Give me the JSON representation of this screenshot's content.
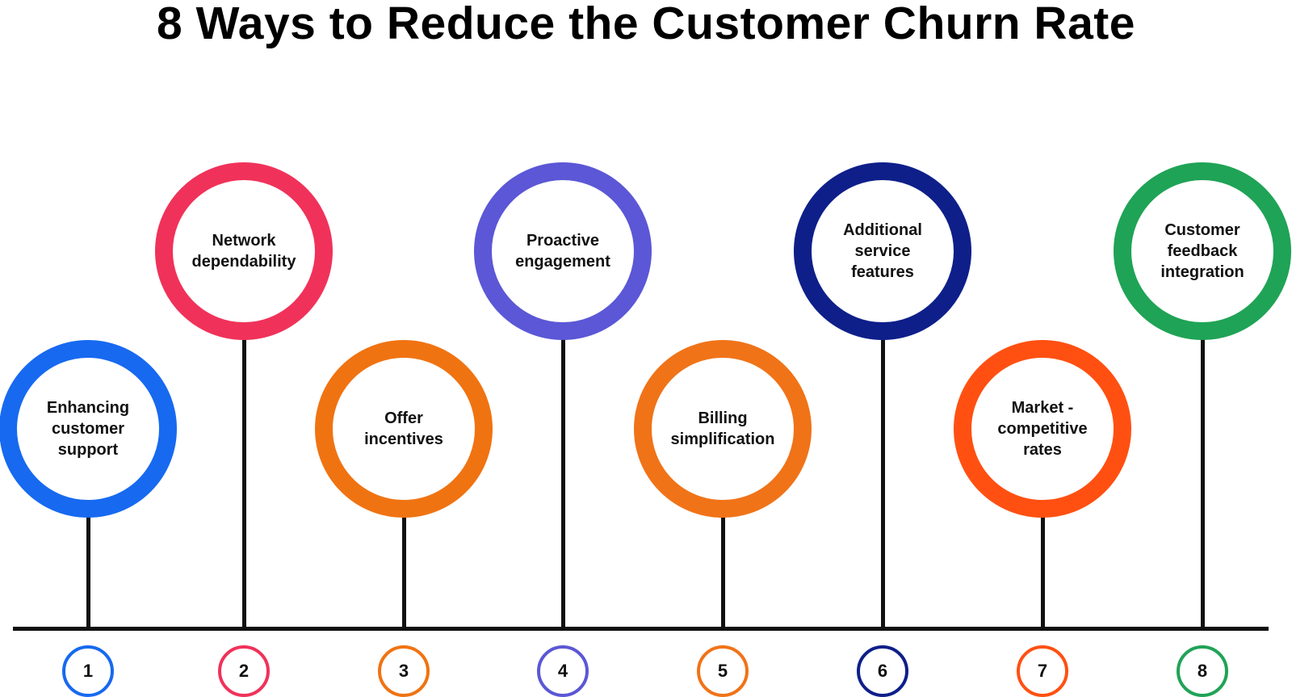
{
  "title": "8 Ways to Reduce the Customer Churn Rate",
  "steps": [
    {
      "number": "1",
      "label": "Enhancing customer support",
      "color": "#1769f0",
      "position": "low"
    },
    {
      "number": "2",
      "label": "Network dependability",
      "color": "#f0325a",
      "position": "high"
    },
    {
      "number": "3",
      "label": "Offer incentives",
      "color": "#f07312",
      "position": "low"
    },
    {
      "number": "4",
      "label": "Proactive engagement",
      "color": "#5b57d6",
      "position": "high"
    },
    {
      "number": "5",
      "label": "Billing simplification",
      "color": "#f07318",
      "position": "low"
    },
    {
      "number": "6",
      "label": "Additional service features",
      "color": "#0e1f8a",
      "position": "high"
    },
    {
      "number": "7",
      "label": "Market -competitive rates",
      "color": "#ff5012",
      "position": "low"
    },
    {
      "number": "8",
      "label": "Customer feedback integration",
      "color": "#1fa356",
      "position": "high"
    }
  ]
}
